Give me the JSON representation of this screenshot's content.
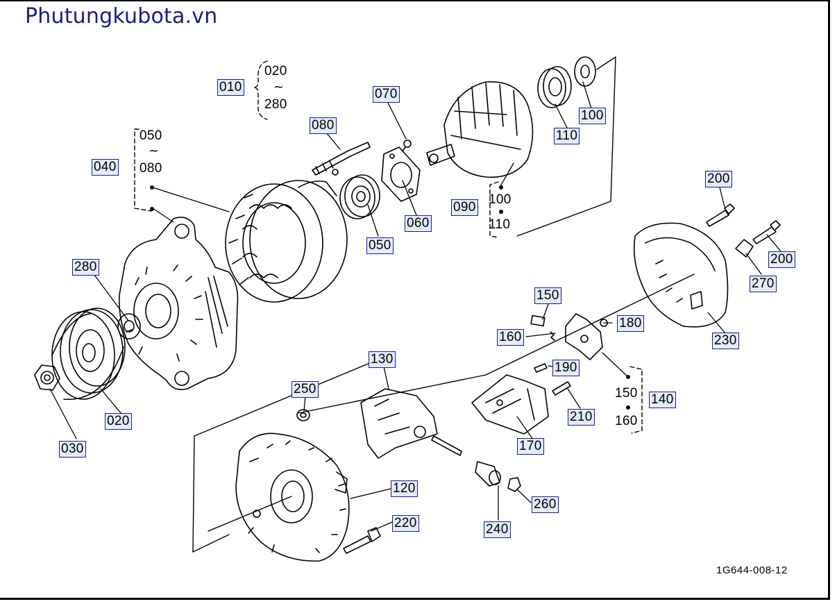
{
  "site": {
    "title": "Phutungkubota.vn"
  },
  "diagram": {
    "code": "1G644-008-12",
    "tilde": "~",
    "parts": {
      "p010": "010",
      "p020": "020",
      "p030": "030",
      "p040": "040",
      "p050": "050",
      "p060": "060",
      "p070": "070",
      "p080": "080",
      "p090": "090",
      "p100a": "100",
      "p100b": "100",
      "p110a": "110",
      "p110b": "110",
      "p120": "120",
      "p130": "130",
      "p140": "140",
      "p150a": "150",
      "p150b": "150",
      "p160a": "160",
      "p160b": "160",
      "p170": "170",
      "p180": "180",
      "p190": "190",
      "p200a": "200",
      "p200b": "200",
      "p210": "210",
      "p220": "220",
      "p230": "230",
      "p240": "240",
      "p250": "250",
      "p260": "260",
      "p270": "270",
      "p280": "280"
    },
    "ranges": {
      "r010_from": "020",
      "r010_to": "280",
      "r040_from": "050",
      "r040_to": "080"
    },
    "groups": {
      "g090_a": "100",
      "g090_b": "110",
      "g140_a": "150",
      "g140_b": "160"
    }
  }
}
